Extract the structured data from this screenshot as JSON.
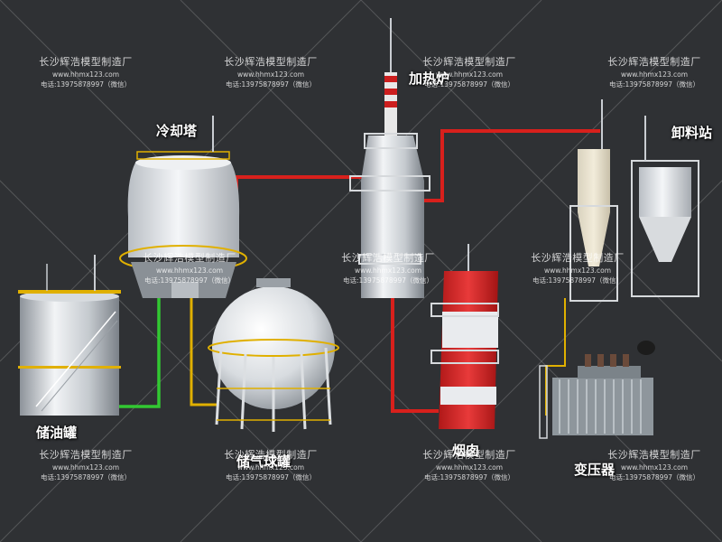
{
  "labels": {
    "cooling_tower": "冷却塔",
    "oil_tank": "储油罐",
    "gas_sphere": "储气球罐",
    "heating_furnace": "加热炉",
    "chimney": "烟囱",
    "unloading_station": "卸料站",
    "transformer": "变压器"
  },
  "watermark": {
    "name": "长沙辉浩模型制造厂",
    "site": "www.hhmx123.com",
    "tel": "电话:13975878997（微信）"
  },
  "colors": {
    "background": "#2f3134",
    "hot_pipe": "#d8201c",
    "water_pipe": "#32c832",
    "yellow_pipe": "#e0b000",
    "chimney_red": "#d42424"
  }
}
